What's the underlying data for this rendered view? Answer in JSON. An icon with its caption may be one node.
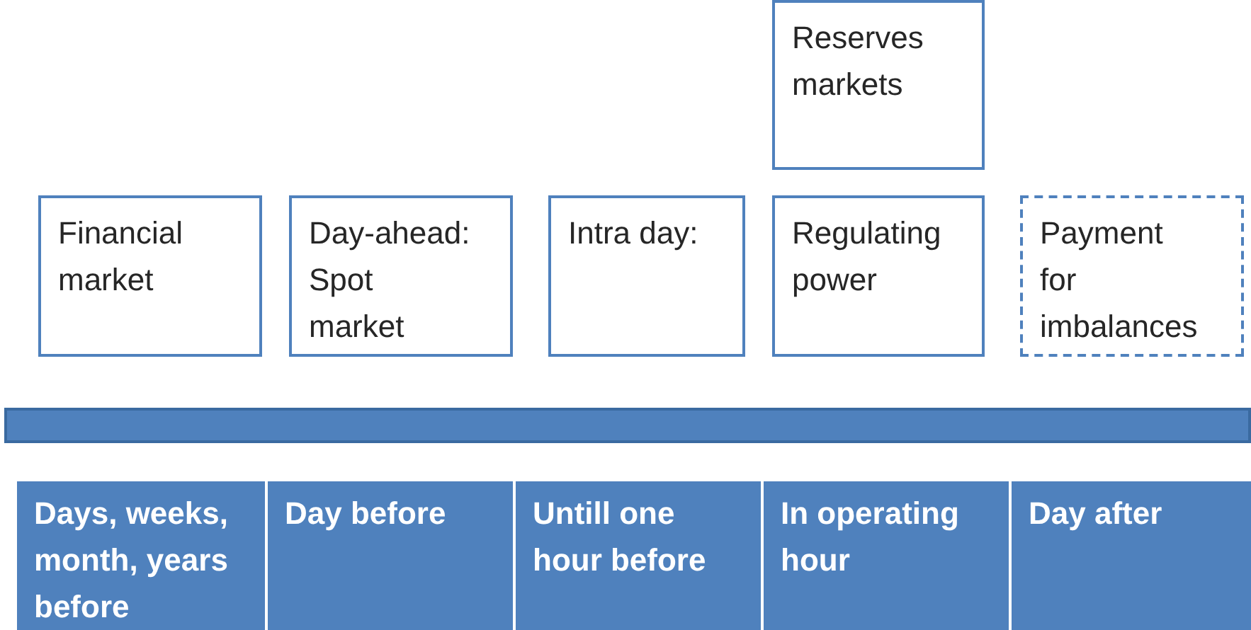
{
  "diagram": {
    "nodes": [
      {
        "text": [
          "Reserves markets"
        ]
      },
      {
        "text": [
          "Financial market"
        ]
      },
      {
        "text": [
          "Day-ahead: Spot market"
        ]
      },
      {
        "text": [
          "Intra day:"
        ]
      },
      {
        "text": [
          "Regulating power"
        ]
      },
      {
        "text": [
          "Payment for imbalances"
        ]
      },
      {
        "text": [],
        "shape": "bar"
      },
      {
        "text": [
          "Days, weeks, month, years before"
        ]
      },
      {
        "text": [
          "Day before"
        ]
      },
      {
        "text": [
          "Untill one hour before"
        ]
      },
      {
        "text": [
          "In operating hour"
        ]
      },
      {
        "text": [
          "Day after"
        ]
      }
    ]
  }
}
